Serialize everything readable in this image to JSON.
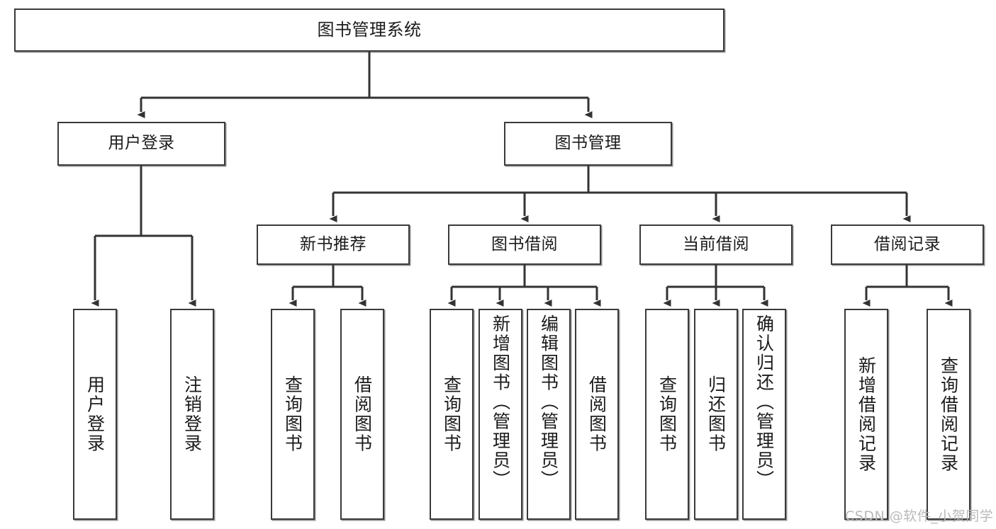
{
  "diagram": {
    "title": "图书管理系统",
    "type": "tree-hierarchy",
    "watermark": "CSDN @软件_小贺同学",
    "colors": {
      "border": "#3a3a3a",
      "background": "#ffffff",
      "text": "#1b1b1b",
      "watermark": "#b9b9b9"
    },
    "nodes": {
      "root": {
        "label": "图书管理系统",
        "level": 1
      },
      "user_login": {
        "label": "用户登录",
        "level": 2
      },
      "book_manage": {
        "label": "图书管理",
        "level": 2
      },
      "new_book_rec": {
        "label": "新书推荐",
        "level": 3
      },
      "book_borrow": {
        "label": "图书借阅",
        "level": 3
      },
      "current_borrow": {
        "label": "当前借阅",
        "level": 3
      },
      "borrow_record": {
        "label": "借阅记录",
        "level": 3
      },
      "leaf_user_login": {
        "label": "用户登录",
        "level": 4
      },
      "leaf_logout": {
        "label": "注销登录",
        "level": 4
      },
      "leaf_query_book_1": {
        "label": "查询图书",
        "level": 4
      },
      "leaf_borrow_book_1": {
        "label": "借阅图书",
        "level": 4
      },
      "leaf_query_book_2": {
        "label": "查询图书",
        "level": 4
      },
      "leaf_add_book": {
        "label": "新增图书（管理员）",
        "level": 4
      },
      "leaf_edit_book": {
        "label": "编辑图书（管理员）",
        "level": 4
      },
      "leaf_borrow_book_2": {
        "label": "借阅图书",
        "level": 4
      },
      "leaf_query_book_3": {
        "label": "查询图书",
        "level": 4
      },
      "leaf_return_book": {
        "label": "归还图书",
        "level": 4
      },
      "leaf_confirm_return": {
        "label": "确认归还（管理员）",
        "level": 4
      },
      "leaf_add_record": {
        "label": "新增借阅记录",
        "level": 4
      },
      "leaf_query_record": {
        "label": "查询借阅记录",
        "level": 4
      }
    }
  }
}
